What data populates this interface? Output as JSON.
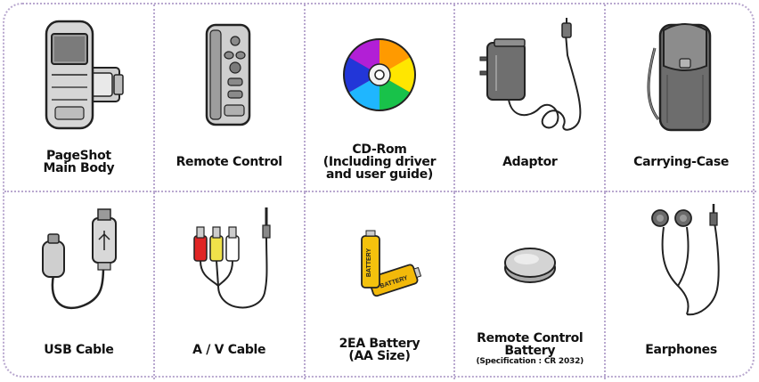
{
  "items": [
    {
      "lines": [
        "PageShot",
        "Main Body"
      ],
      "icon": "camera-body-icon"
    },
    {
      "lines": [
        "Remote Control"
      ],
      "icon": "remote-control-icon"
    },
    {
      "lines": [
        "CD-Rom",
        "(Including driver",
        "and user guide)"
      ],
      "icon": "cd-rom-icon"
    },
    {
      "lines": [
        "Adaptor"
      ],
      "icon": "power-adaptor-icon"
    },
    {
      "lines": [
        "Carrying-Case"
      ],
      "icon": "carrying-case-icon"
    },
    {
      "lines": [
        "USB Cable"
      ],
      "icon": "usb-cable-icon"
    },
    {
      "lines": [
        "A / V Cable"
      ],
      "icon": "av-cable-icon"
    },
    {
      "lines": [
        "2EA Battery",
        "(AA Size)"
      ],
      "icon": "aa-battery-icon"
    },
    {
      "lines": [
        "Remote Control",
        "Battery"
      ],
      "note": "(Specification : CR 2032)",
      "icon": "coin-battery-icon"
    },
    {
      "lines": [
        "Earphones"
      ],
      "icon": "earphones-icon"
    }
  ],
  "battery_label": "BATTERY"
}
